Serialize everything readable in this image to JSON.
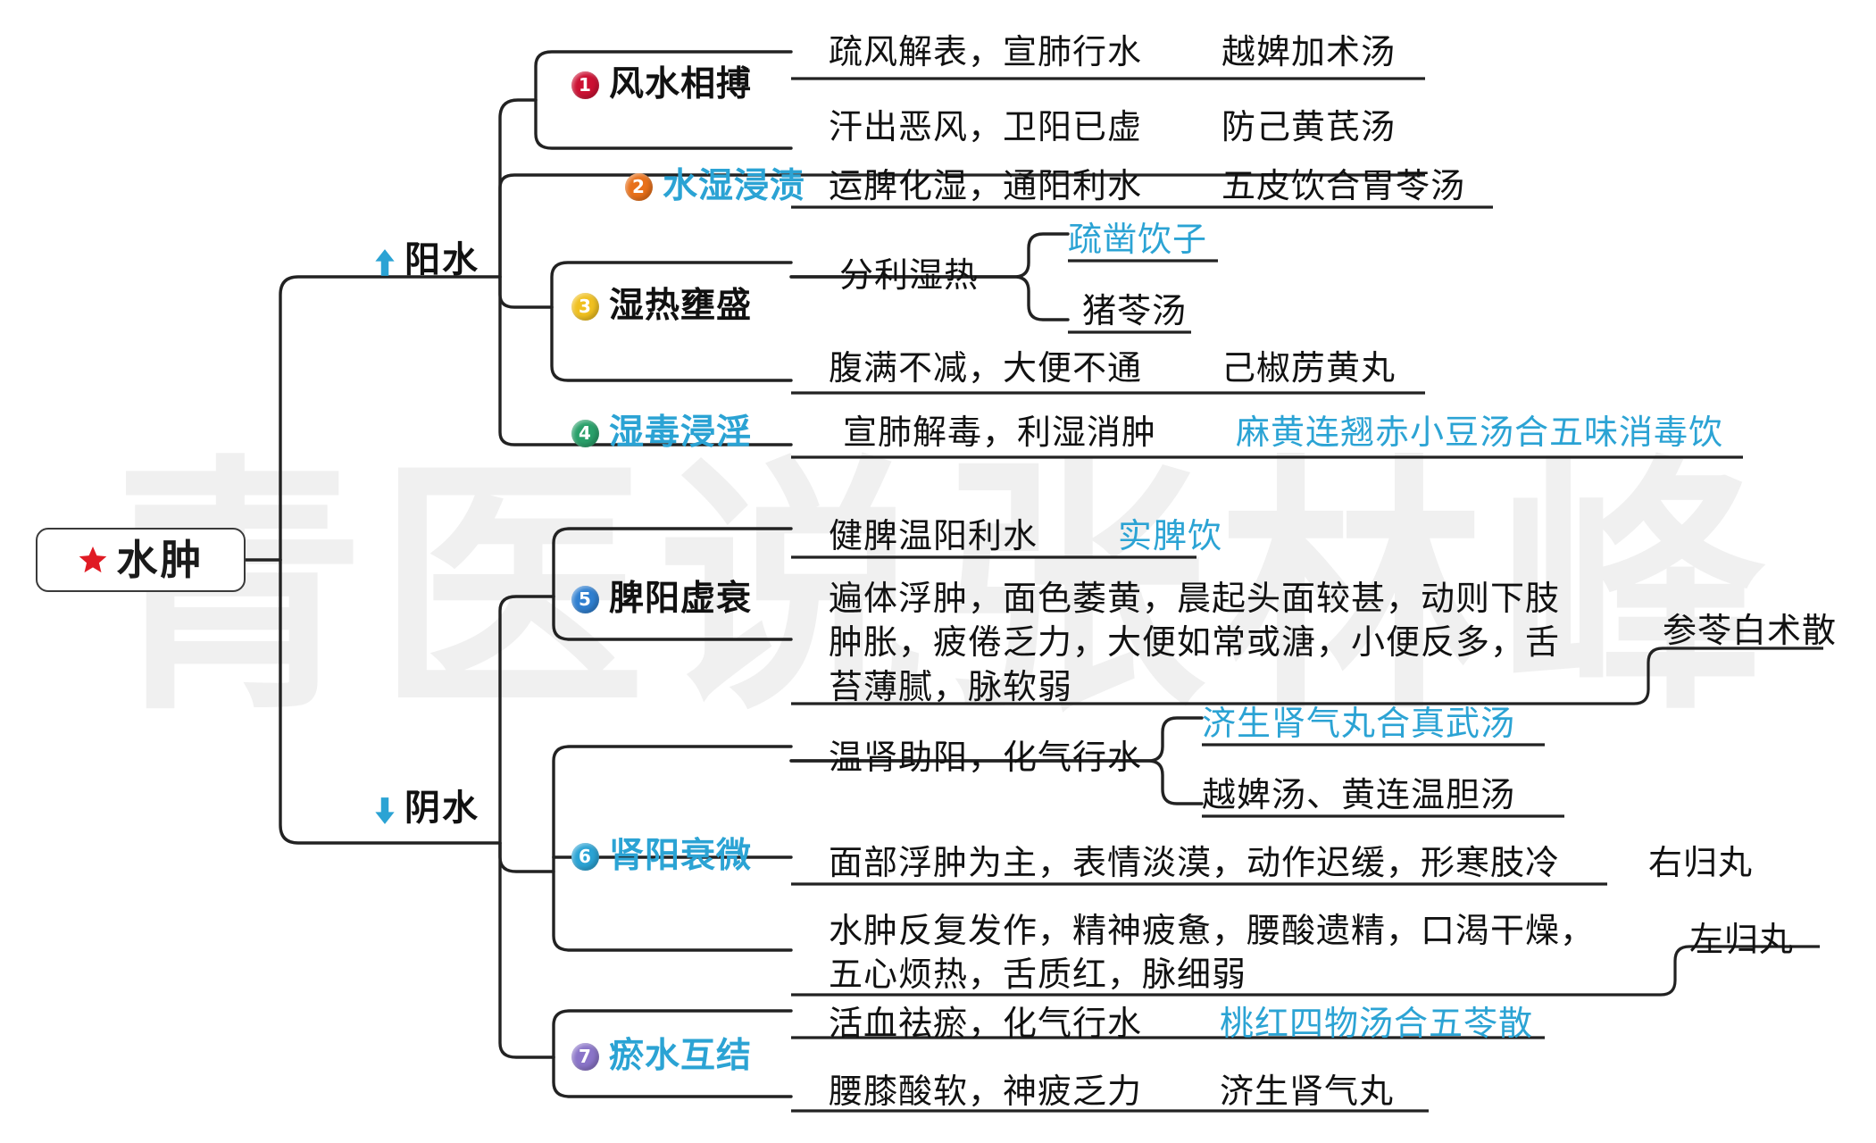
{
  "watermark": "青医说张林峰",
  "root": {
    "label": "水肿",
    "icon": "red-star-icon",
    "color": "#e01b24"
  },
  "branches": [
    {
      "label": "阳水",
      "icon": "arrow-up-icon",
      "color": "#2ba3d4"
    },
    {
      "label": "阴水",
      "icon": "arrow-down-icon",
      "color": "#2ba3d4"
    }
  ],
  "syndromes": [
    {
      "num": "1",
      "label": "风水相搏",
      "badge_color": "#cc1133",
      "label_color": "#111111"
    },
    {
      "num": "2",
      "label": "水湿浸渍",
      "badge_color": "#e8701a",
      "label_color": "#2ba3d4"
    },
    {
      "num": "3",
      "label": "湿热壅盛",
      "badge_color": "#f0c020",
      "label_color": "#111111"
    },
    {
      "num": "4",
      "label": "湿毒浸淫",
      "badge_color": "#2aa06a",
      "label_color": "#2ba3d4"
    },
    {
      "num": "5",
      "label": "脾阳虚衰",
      "badge_color": "#2f7fd0",
      "label_color": "#111111"
    },
    {
      "num": "6",
      "label": "肾阳衰微",
      "badge_color": "#2ba3d4",
      "label_color": "#2ba3d4"
    },
    {
      "num": "7",
      "label": "瘀水互结",
      "badge_color": "#8a74c8",
      "label_color": "#2ba3d4"
    }
  ],
  "leaves": {
    "l1a_method": "疏风解表，宣肺行水",
    "l1a_formula": "越婢加术汤",
    "l1b_method": "汗出恶风，卫阳已虚",
    "l1b_formula": "防己黄芪汤",
    "l2_method": "运脾化湿，通阳利水",
    "l2_formula": "五皮饮合胃苓汤",
    "l3_method": "分利湿热",
    "l3_formula_a": "疏凿饮子",
    "l3_formula_b": "猪苓汤",
    "l3b_method": "腹满不减，大便不通",
    "l3b_formula": "己椒苈黄丸",
    "l4_method": "宣肺解毒，利湿消肿",
    "l4_formula": "麻黄连翘赤小豆汤合五味消毒饮",
    "l5_method": "健脾温阳利水",
    "l5_formula": "实脾饮",
    "l5_symptoms": "遍体浮肿，面色萎黄，晨起头面较甚，动则下肢\n肿胀，疲倦乏力，大便如常或溏，小便反多，舌\n苔薄腻，脉软弱",
    "l5_symptoms_formula": "参苓白术散",
    "l6_method": "温肾助阳，化气行水",
    "l6_formula_a": "济生肾气丸合真武汤",
    "l6_formula_b": "越婢汤、黄连温胆汤",
    "l6b_symptoms": "面部浮肿为主，表情淡漠，动作迟缓，形寒肢冷",
    "l6b_formula": "右归丸",
    "l6c_symptoms": "水肿反复发作，精神疲惫，腰酸遗精，口渴干燥，\n五心烦热，舌质红，脉细弱",
    "l6c_formula": "左归丸",
    "l7a_method": "活血祛瘀，化气行水",
    "l7a_formula": "桃红四物汤合五苓散",
    "l7b_method": "腰膝酸软，神疲乏力",
    "l7b_formula": "济生肾气丸"
  }
}
